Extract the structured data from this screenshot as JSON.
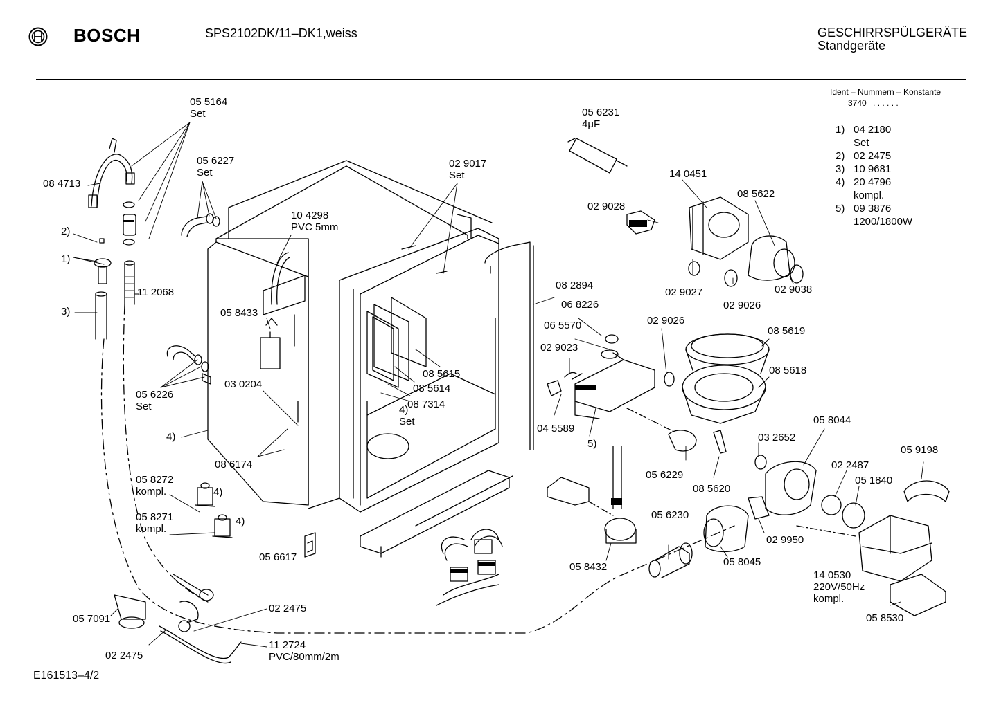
{
  "header": {
    "brand": "BOSCH",
    "model": "SPS2102DK/11–DK1,weiss",
    "category_line1": "GESCHIRRSPÜLGERÄTE",
    "category_line2": "Standgeräte",
    "logo_icon": "bosch-armature-icon"
  },
  "ident": {
    "title": "Ident – Nummern – Konstante",
    "value": "3740",
    "dots": ". .   . . . ."
  },
  "constants": [
    {
      "idx": "1)",
      "lines": [
        "04 2180",
        "Set"
      ]
    },
    {
      "idx": "2)",
      "lines": [
        "02 2475"
      ]
    },
    {
      "idx": "3)",
      "lines": [
        "10 9681"
      ]
    },
    {
      "idx": "4)",
      "lines": [
        "20 4796",
        "kompl."
      ]
    },
    {
      "idx": "5)",
      "lines": [
        "09 3876",
        "1200/1800W"
      ]
    }
  ],
  "footer": {
    "code": "E161513–4/2"
  },
  "labels": [
    {
      "id": "l01",
      "lines": [
        "05 5164",
        "Set"
      ]
    },
    {
      "id": "l02",
      "lines": [
        "08 4713"
      ]
    },
    {
      "id": "l03",
      "lines": [
        "05 6227",
        "Set"
      ]
    },
    {
      "id": "l04",
      "lines": [
        "2)"
      ]
    },
    {
      "id": "l05",
      "lines": [
        "1)"
      ]
    },
    {
      "id": "l06",
      "lines": [
        "3)"
      ]
    },
    {
      "id": "l07",
      "lines": [
        "11 2068"
      ]
    },
    {
      "id": "l08",
      "lines": [
        "10 4298",
        "PVC 5mm"
      ]
    },
    {
      "id": "l09",
      "lines": [
        "05 8433"
      ]
    },
    {
      "id": "l10",
      "lines": [
        "05 6226",
        "Set"
      ]
    },
    {
      "id": "l11",
      "lines": [
        "03 0204"
      ]
    },
    {
      "id": "l12",
      "lines": [
        "4)"
      ]
    },
    {
      "id": "l13",
      "lines": [
        "08 6174"
      ]
    },
    {
      "id": "l14",
      "lines": [
        "05 8272",
        "kompl."
      ]
    },
    {
      "id": "l15",
      "lines": [
        "4)"
      ]
    },
    {
      "id": "l16",
      "lines": [
        "05 8271",
        "kompl."
      ]
    },
    {
      "id": "l17",
      "lines": [
        "4)"
      ]
    },
    {
      "id": "l18",
      "lines": [
        "05 6617"
      ]
    },
    {
      "id": "l19",
      "lines": [
        "05 7091"
      ]
    },
    {
      "id": "l20",
      "lines": [
        "02 2475"
      ]
    },
    {
      "id": "l21",
      "lines": [
        "02 2475"
      ]
    },
    {
      "id": "l22",
      "lines": [
        "11 2724",
        "PVC/80mm/2m"
      ]
    },
    {
      "id": "l23",
      "lines": [
        "02 9017",
        "Set"
      ]
    },
    {
      "id": "l24",
      "lines": [
        "05 6231",
        "4μF"
      ]
    },
    {
      "id": "l25",
      "lines": [
        "14 0451"
      ]
    },
    {
      "id": "l26",
      "lines": [
        "02 9028"
      ]
    },
    {
      "id": "l27",
      "lines": [
        "08 5622"
      ]
    },
    {
      "id": "l28",
      "lines": [
        "02 9027"
      ]
    },
    {
      "id": "l29",
      "lines": [
        "02 9026"
      ]
    },
    {
      "id": "l30",
      "lines": [
        "02 9038"
      ]
    },
    {
      "id": "l31",
      "lines": [
        "08 2894"
      ]
    },
    {
      "id": "l32",
      "lines": [
        "06 8226"
      ]
    },
    {
      "id": "l33",
      "lines": [
        "06 5570"
      ]
    },
    {
      "id": "l34",
      "lines": [
        "02 9023"
      ]
    },
    {
      "id": "l35",
      "lines": [
        "02 9026"
      ]
    },
    {
      "id": "l36",
      "lines": [
        "08 5619"
      ]
    },
    {
      "id": "l37",
      "lines": [
        "08 5618"
      ]
    },
    {
      "id": "l38",
      "lines": [
        "08 5615"
      ]
    },
    {
      "id": "l39",
      "lines": [
        "08 5614"
      ]
    },
    {
      "id": "l40",
      "lines": [
        "08 7314"
      ]
    },
    {
      "id": "l41",
      "lines": [
        "4)",
        "Set"
      ]
    },
    {
      "id": "l42",
      "lines": [
        "04 5589"
      ]
    },
    {
      "id": "l43",
      "lines": [
        "5)"
      ]
    },
    {
      "id": "l44",
      "lines": [
        "05 8044"
      ]
    },
    {
      "id": "l45",
      "lines": [
        "03 2652"
      ]
    },
    {
      "id": "l46",
      "lines": [
        "05 6229"
      ]
    },
    {
      "id": "l47",
      "lines": [
        "08 5620"
      ]
    },
    {
      "id": "l48",
      "lines": [
        "05 9198"
      ]
    },
    {
      "id": "l49",
      "lines": [
        "02 2487"
      ]
    },
    {
      "id": "l50",
      "lines": [
        "05 1840"
      ]
    },
    {
      "id": "l51",
      "lines": [
        "02 9950"
      ]
    },
    {
      "id": "l52",
      "lines": [
        "05 6230"
      ]
    },
    {
      "id": "l53",
      "lines": [
        "05 8045"
      ]
    },
    {
      "id": "l54",
      "lines": [
        "05 8432"
      ]
    },
    {
      "id": "l55",
      "lines": [
        "14 0530",
        "220V/50Hz",
        "kompl."
      ]
    },
    {
      "id": "l56",
      "lines": [
        "05 8530"
      ]
    }
  ]
}
